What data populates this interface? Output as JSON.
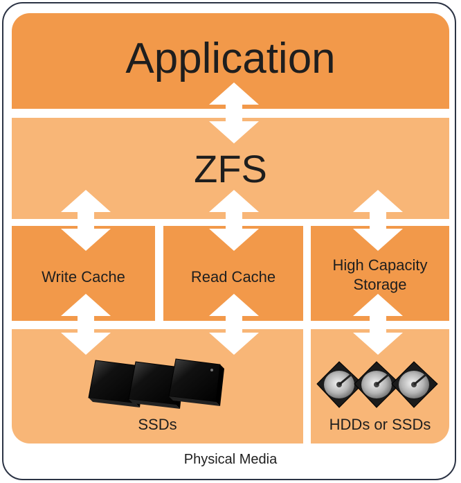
{
  "diagram": {
    "layers": {
      "application": "Application",
      "zfs": "ZFS",
      "write_cache": "Write Cache",
      "read_cache": "Read Cache",
      "high_capacity_line1": "High Capacity",
      "high_capacity_line2": "Storage",
      "ssds": "SSDs",
      "hdds_or_ssds": "HDDs or SSDs"
    },
    "footer": "Physical Media",
    "colors": {
      "dark_orange": "#f2994a",
      "light_orange": "#f8b677",
      "divider": "#ffffff",
      "frame_border": "#2b3344",
      "arrow": "#ffffff",
      "text": "#1e1e1e"
    },
    "icons": {
      "ssd": "ssd-drive-icon",
      "hdd": "hard-disk-icon",
      "arrow": "double-arrow-icon"
    }
  }
}
